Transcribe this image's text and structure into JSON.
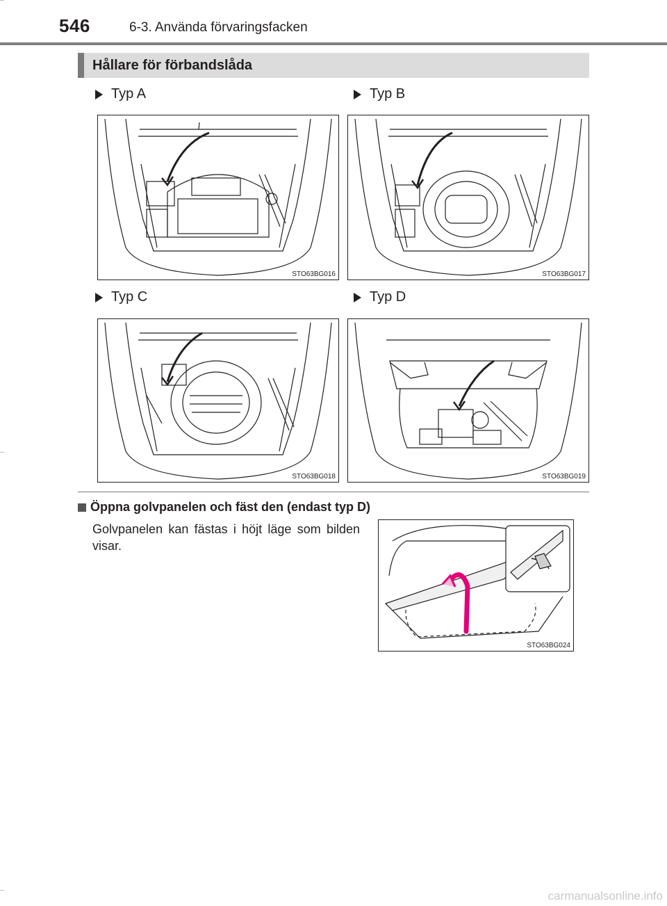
{
  "header": {
    "page_number": "546",
    "chapter": "6-3. Använda förvaringsfacken"
  },
  "section": {
    "title": "Hållare för förbandslåda"
  },
  "figures": [
    {
      "label": "Typ A",
      "code": "STO63BG016"
    },
    {
      "label": "Typ B",
      "code": "STO63BG017"
    },
    {
      "label": "Typ C",
      "code": "STO63BG018"
    },
    {
      "label": "Typ D",
      "code": "STO63BG019"
    }
  ],
  "subsection": {
    "title": "Öppna golvpanelen och fäst den (endast typ D)",
    "body": "Golvpanelen kan fästas i höjt läge som bilden visar.",
    "figure_code": "STO63BG024"
  },
  "footer": {
    "watermark": "carmanualsonline.info"
  }
}
